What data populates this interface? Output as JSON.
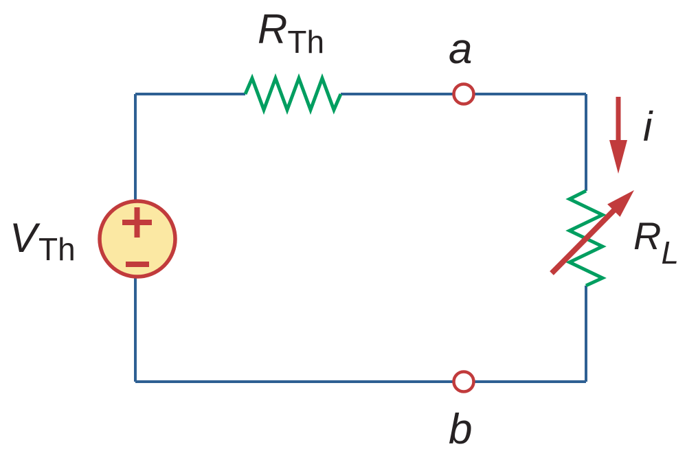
{
  "figure": {
    "type": "circuit-diagram",
    "description": "Thevenin equivalent circuit: voltage source VTh in series with resistor RTh, feeding terminals a-b loaded by variable resistor RL with load current i"
  },
  "labels": {
    "source": {
      "main": "V",
      "sub": "Th"
    },
    "series_resistor": {
      "main": "R",
      "sub": "Th"
    },
    "load_resistor": {
      "main": "R",
      "sub": "L"
    },
    "terminal_a": "a",
    "terminal_b": "b",
    "current": "i",
    "source_plus": "+",
    "source_minus": "−"
  },
  "colors": {
    "wire": "#2E6093",
    "resistor": "#009E60",
    "accent": "#C13B3C",
    "source_fill": "#FBE8A3",
    "text": "#262223",
    "background": "#FFFFFF"
  }
}
